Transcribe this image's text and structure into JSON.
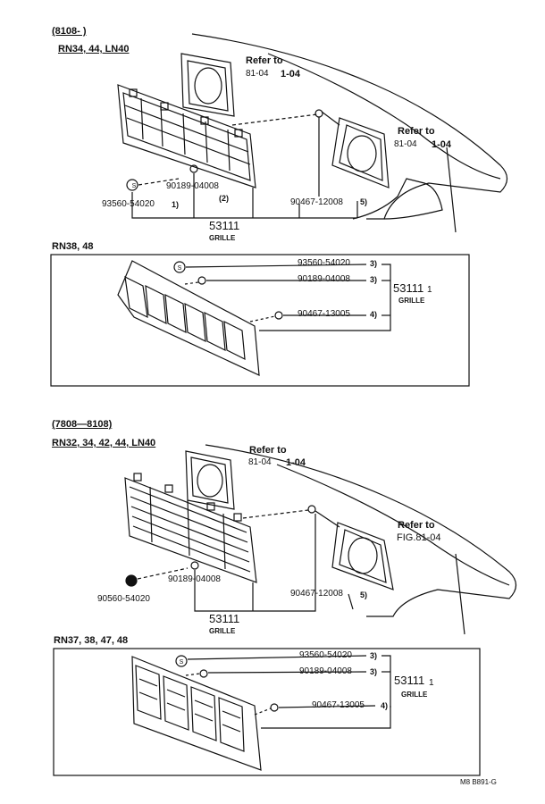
{
  "top": {
    "date_range": "(8108-       )",
    "models": "RN34, 44, LN40",
    "refer1_label": "Refer to",
    "refer1_code": "81-04",
    "refer1_page": "1-04",
    "refer2_label": "Refer to",
    "refer2_code": "81-04",
    "refer2_page": "1-04",
    "part_screw": "93560-54020",
    "part_nut": "90189-04008",
    "part_clip": "90467-12008",
    "note1": "1)",
    "note2": "(2)",
    "note5": "5)",
    "grille_no": "53111",
    "grille_label": "GRILLE"
  },
  "box1": {
    "models": "RN38, 48",
    "part_screw": "93560-54020",
    "part_nut": "90189-04008",
    "part_clip": "90467-13005",
    "note3a": "3)",
    "note3b": "3)",
    "note4": "4)",
    "grille_no": "53111",
    "grille_sub": "1",
    "grille_label": "GRILLE"
  },
  "bottom": {
    "date_range": "(7808—8108)",
    "models": "RN32, 34, 42, 44, LN40",
    "refer1_label": "Refer to",
    "refer1_code": "81-04",
    "refer1_page": "1-04",
    "refer2_label": "Refer to",
    "refer2_code": "FIG.81-04",
    "part_nut": "90189-04008",
    "part_screw": "90560-54020",
    "part_clip": "90467-12008",
    "note5": "5)",
    "grille_no": "53111",
    "grille_label": "GRILLE"
  },
  "box2": {
    "models": "RN37, 38, 47, 48",
    "part_screw": "93560-54020",
    "part_nut": "90189-04008",
    "part_clip": "90467-13005",
    "note3a": "3)",
    "note3b": "3)",
    "note4": "4)",
    "grille_no": "53111",
    "grille_sub": "1",
    "grille_label": "GRILLE"
  },
  "footer_code": "M8 B891-G"
}
